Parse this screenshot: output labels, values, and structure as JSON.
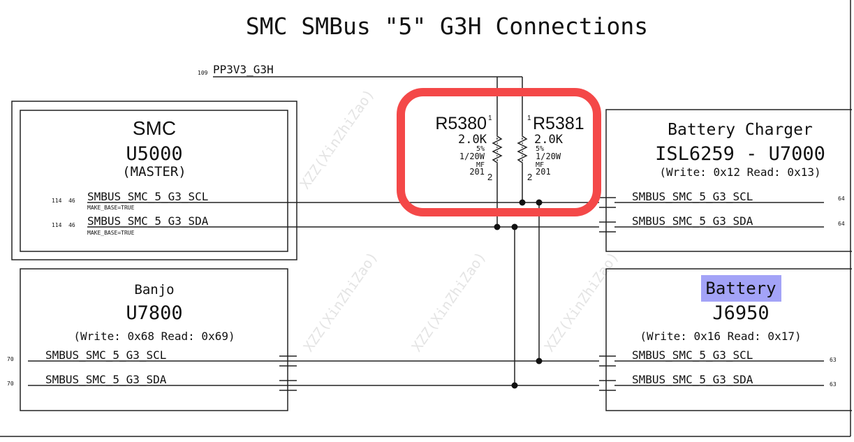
{
  "title": "SMC SMBus \"5\" G3H Connections",
  "power_rail": {
    "page_ref": "109",
    "name": "PP3V3_G3H"
  },
  "smc": {
    "name": "SMC",
    "ref": "U5000",
    "role": "(MASTER)",
    "nets": [
      {
        "refs": "114  46",
        "name": "SMBUS_SMC_5_G3_SCL",
        "prop": "MAKE_BASE=TRUE"
      },
      {
        "refs": "114  46",
        "name": "SMBUS_SMC_5_G3_SDA",
        "prop": "MAKE_BASE=TRUE"
      }
    ]
  },
  "resistors": [
    {
      "ref": "R5380",
      "pin1": "1",
      "pin2": "2",
      "value": "2.0K",
      "tol": "5%",
      "power": "1/20W",
      "type": "MF",
      "size": "201"
    },
    {
      "ref": "R5381",
      "pin1": "1",
      "pin2": "2",
      "value": "2.0K",
      "tol": "5%",
      "power": "1/20W",
      "type": "MF",
      "size": "201"
    }
  ],
  "charger": {
    "name": "Battery Charger",
    "ref": "ISL6259 - U7000",
    "addr": "(Write: 0x12 Read: 0x13)",
    "nets": [
      {
        "name": "SMBUS_SMC_5_G3_SCL",
        "page": "64"
      },
      {
        "name": "SMBUS_SMC_5_G3_SDA",
        "page": "64"
      }
    ]
  },
  "banjo": {
    "name": "Banjo",
    "ref": "U7800",
    "addr": "(Write: 0x68 Read: 0x69)",
    "nets": [
      {
        "name": "SMBUS_SMC_5_G3_SCL",
        "page": "70"
      },
      {
        "name": "SMBUS_SMC_5_G3_SDA",
        "page": "70"
      }
    ]
  },
  "battery": {
    "name": "Battery",
    "ref": "J6950",
    "addr": "(Write: 0x16 Read: 0x17)",
    "nets": [
      {
        "name": "SMBUS_SMC_5_G3_SCL",
        "page": "63"
      },
      {
        "name": "SMBUS_SMC_5_G3_SDA",
        "page": "63"
      }
    ]
  },
  "watermark": "XZZ(XinZhiZao)",
  "colors": {
    "highlight_box": "#f44848",
    "search_highlight": "#a3a3f7"
  }
}
